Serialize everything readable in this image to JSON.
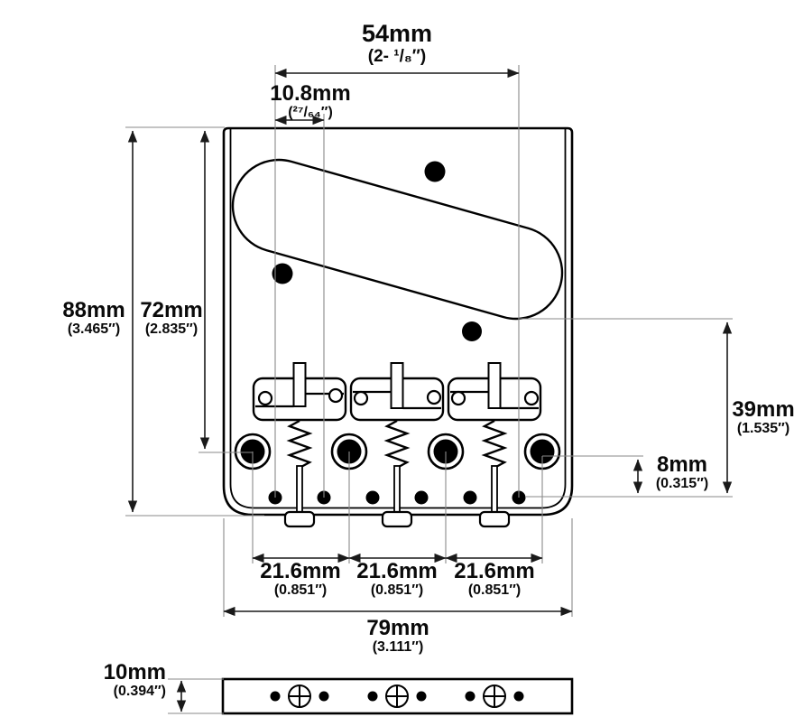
{
  "diagram": {
    "name": "telecaster-bridge-plate-dimension-diagram",
    "colors": {
      "background": "#ffffff",
      "part_lines": "#000000",
      "dimension_lines": "#1a1a1a",
      "extension_lines": "#8a8a8a",
      "text": "#0a0a0a"
    },
    "views": [
      "top-view-bridge-plate",
      "side-view-bridge-plate"
    ]
  },
  "labels": {
    "string_spread": {
      "mm": "54mm",
      "inch": "(2- ¹/₈″)"
    },
    "string_spacing": {
      "mm": "10.8mm",
      "inch": "(²⁷/₆₄″)"
    },
    "plate_length": {
      "mm": "88mm",
      "inch": "(3.465″)"
    },
    "top_to_mount_holes": {
      "mm": "72mm",
      "inch": "(2.835″)"
    },
    "pickup_to_strings": {
      "mm": "39mm",
      "inch": "(1.535″)"
    },
    "holes_to_strings": {
      "mm": "8mm",
      "inch": "(0.315″)"
    },
    "saddle_spacing": [
      {
        "mm": "21.6mm",
        "inch": "(0.851″)"
      },
      {
        "mm": "21.6mm",
        "inch": "(0.851″)"
      },
      {
        "mm": "21.6mm",
        "inch": "(0.851″)"
      }
    ],
    "plate_width": {
      "mm": "79mm",
      "inch": "(3.111″)"
    },
    "plate_thickness": {
      "mm": "10mm",
      "inch": "(0.394″)"
    }
  }
}
